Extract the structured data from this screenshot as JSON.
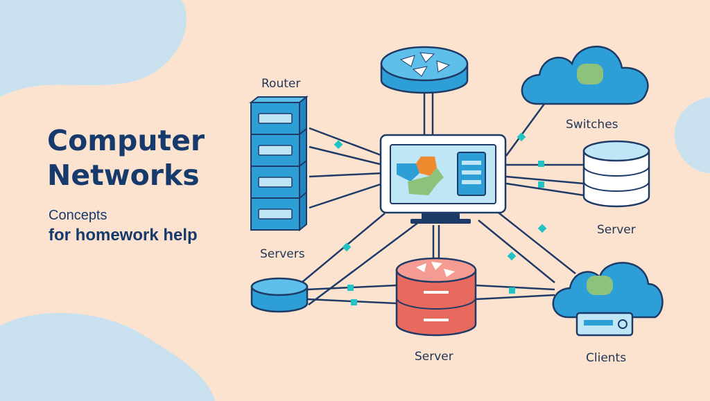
{
  "heading": {
    "title_line1": "Computer",
    "title_line2": "Networks",
    "subtitle_line1": "Concepts",
    "subtitle_line2": "for homework help"
  },
  "labels": {
    "router": "Router",
    "switches": "Switches",
    "servers": "Servers",
    "server_right": "Server",
    "server_bottom": "Server",
    "clients": "Clients"
  },
  "colors": {
    "background": "#fbe3cf",
    "blob": "#c9e1ef",
    "network_blue": "#2e9fd6",
    "light_blue": "#bfe6f7",
    "line": "#1e3a66",
    "accent_red": "#e8695e",
    "accent_green": "#8dc27c",
    "accent_orange": "#f08a2e",
    "connector": "#21c4c4"
  },
  "icons": [
    "server-rack-icon",
    "router-icon",
    "cloud-icon",
    "monitor-icon",
    "database-icon",
    "red-router-icon",
    "device-icon"
  ]
}
